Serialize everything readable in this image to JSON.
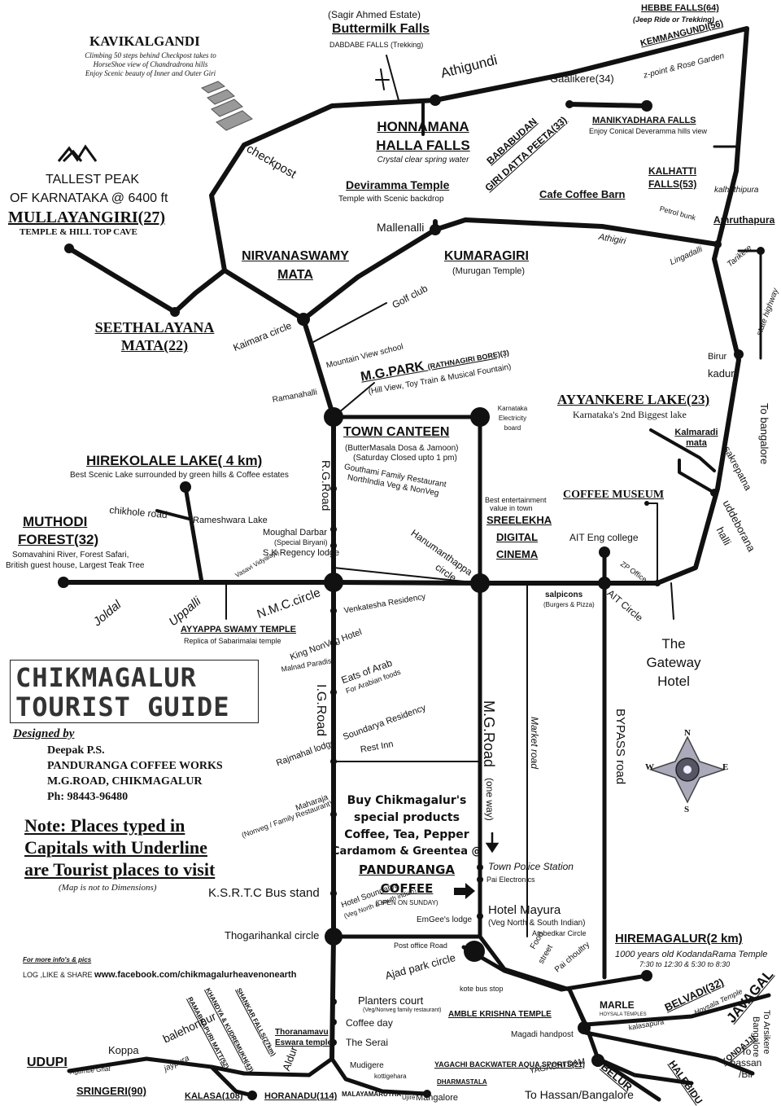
{
  "labels": {
    "kavikalgandi": "KAVIKALGANDI",
    "kavikalgandi_desc1": "Climbing 50 steps behind Checkpost takes to",
    "kavikalgandi_desc2": "HorseShoe view of Chandradrona hills",
    "kavikalgandi_desc3": "Enjoy Scenic beauty of Inner and Outer Giri",
    "sagir": "(Sagir Ahmed Estate)",
    "buttermilk": "Buttermilk Falls",
    "dabdabe": "DABDABE FALLS (Trekking)",
    "hebbe": "HEBBE FALLS(64)",
    "hebbe_desc": "(Jeep Ride or Trekking)",
    "kemmangundi": "KEMMANGUNDI(56)",
    "kemmangundi_desc": "z-point & Rose Garden",
    "athigundi": "Athigundi",
    "gaalikere": "Gaalikere(34)",
    "manikyadhara": "MANIKYADHARA FALLS",
    "manikyadhara_desc": "Enjoy Conical Deveramma hills view",
    "honnamana1": "HONNAMANA",
    "honnamana2": "HALLA FALLS",
    "honnamana_desc": "Crystal clear spring water",
    "bababudan1": "BABABUDAN",
    "bababudan2": "GIRI DATTA PEETA(33)",
    "checkpost": "checkpost",
    "tallest1": "TALLEST PEAK",
    "tallest2": "OF KARNATAKA @ 6400 ft",
    "mullayangiri": "MULLAYANGIRI(27)",
    "mullayangiri_desc": "TEMPLE & HILL TOP CAVE",
    "deviramma": "Deviramma Temple",
    "deviramma_desc": "Temple with Scenic backdrop",
    "cafe_coffee": "Cafe Coffee Barn",
    "kalhatti1": "KALHATTI",
    "kalhatti2": "FALLS(53)",
    "kalhathipura": "kalhathipura",
    "petrol_bunk": "Petrol bunk",
    "amruthapura": "Amruthapura",
    "mallenalli": "Mallenalli",
    "athigiri": "Athigiri",
    "lingadalli": "Lingadalli",
    "tarikere": "Tarikere",
    "state_highway": "state highway",
    "nirvana1": "NIRVANASWAMY",
    "nirvana2": "MATA",
    "kumaragiri": "KUMARAGIRI",
    "kumaragiri_desc": "(Murugan Temple)",
    "golf_club": "Golf club",
    "seethalayana1": "SEETHALAYANA",
    "seethalayana2": "MATA(22)",
    "kaimara": "Kaimara circle",
    "mountain_view": "Mountain View school",
    "mgpark": "M.G.PARK",
    "mgpark_sub": "(RATHNAGIRI BORE)(3)",
    "mgpark_desc": "(Hill View, Toy Train & Musical Fountain)",
    "ramanahalli": "Ramanahalli",
    "birur": "Birur",
    "kadur": "kadur",
    "ayyankere": "AYYANKERE LAKE(23)",
    "ayyankere_desc": "Karnataka's 2nd Biggest lake",
    "to_bangalore": "To bangalore",
    "town_canteen": "TOWN CANTEEN",
    "town_canteen_desc1": "(ButterMasala Dosa & Jamoon)",
    "town_canteen_desc2": "(Saturday Closed upto 1 pm)",
    "ke_board1": "Karnataka",
    "ke_board2": "Electricity",
    "ke_board3": "board",
    "kalmaradi1": "Kalmaradi",
    "kalmaradi2": "mata",
    "sakrepatna": "sakrepatna",
    "hirekolale": "HIREKOLALE LAKE( 4 km)",
    "hirekolale_desc": "Best Scenic Lake surrounded by green hills & Coffee estates",
    "rg_road": "R.G.Road",
    "gouthami1": "Gouthami Family Restaurant",
    "gouthami2": "NorthIndia Veg & NonVeg",
    "best_ent1": "Best entertainment",
    "best_ent2": "value in town",
    "sreelekha1": "SREELEKHA",
    "sreelekha2": "DIGITAL",
    "sreelekha3": "CINEMA",
    "coffee_museum": "COFFEE MUSEUM",
    "uddeborana": "uddeborana",
    "halli": "halli",
    "chikhole": "chikhole road",
    "rameshwara": "Rameshwara Lake",
    "muthodi1": "MUTHODI",
    "muthodi2": "FOREST(32)",
    "muthodi_desc1": "Somavahini River, Forest Safari,",
    "muthodi_desc2": "British guest house, Largest Teak Tree",
    "moughal1": "Moughal Darbar",
    "moughal2": "(Special Biryani)",
    "sk_regency": "S.K.Regency lodge",
    "hanumanthappa1": "Hanumanthappa",
    "hanumanthappa2": "circle",
    "ait_eng": "AIT Eng college",
    "zp_office": "ZP Office",
    "vasavi": "Vasavi Vidyalaya",
    "joldal": "Joldal",
    "uppalli": "Uppalli",
    "nmc_circle": "N.M.C.circle",
    "venkatesha": "Venkatesha Residency",
    "salpicons": "salpicons",
    "salpicons_desc": "(Burgers & Pizza)",
    "ait_circle": "AIT Circle",
    "ayyappa": "AYYAPPA SWAMY TEMPLE",
    "ayyappa_desc": "Replica of Sabarimalai temple",
    "king_nonveg": "King NonVeg Hotel",
    "malnad": "Malnad Paradise",
    "eats_arab1": "Eats of Arab",
    "eats_arab2": "For Arabian foods",
    "gateway1": "The",
    "gateway2": "Gateway",
    "gateway3": "Hotel",
    "title1": "CHIKMAGALUR",
    "title2": "TOURIST GUIDE",
    "designed_by": "Designed by",
    "designer1": "Deepak P.S.",
    "designer2": "PANDURANGA COFFEE WORKS",
    "designer3": "M.G.ROAD, CHIKMAGALUR",
    "designer4": "Ph: 98443-96480",
    "ig_road": "I.G.Road",
    "soundarya": "Soundarya Residency",
    "mg_road": "M.G.Road",
    "one_way": "(one way)",
    "market_road": "Market road",
    "bypass_road": "BYPASS road",
    "rajmahal": "Rajmahal lodge",
    "rest_inn": "Rest Inn",
    "compass_n": "N",
    "compass_e": "E",
    "compass_s": "S",
    "compass_w": "W",
    "note1": "Note: Places typed in",
    "note2": "Capitals with Underline",
    "note3": "are  Tourist places to visit",
    "not_dim": "(Map is not to Dimensions)",
    "maharaja1": "Maharaja",
    "maharaja2": "(Nonveg / Family Restaurant)",
    "buy1": "Buy Chikmagalur's",
    "buy2": "special products",
    "buy3": "Coffee, Tea, Pepper",
    "buy4": "Cardamom & Greentea @",
    "buy5": "PANDURANGA",
    "buy6": "COFFEE",
    "open_sunday": "(OPEN ON SUNDAY)",
    "town_police": "Town Police Station",
    "pai_elec": "Pai Electronics",
    "ksrtc": "K.S.R.T.C Bus stand",
    "hotel_soundarya1": "Hotel Soundarya",
    "hotel_soundarya2": "(Veg North & south indian)",
    "emgees": "EmGee's lodge",
    "hotel_mayura1": "Hotel Mayura",
    "hotel_mayura2": "(Veg North & South Indian)",
    "ambedkar": "Ambedkar Circle",
    "thogarihankal": "Thogarihankal circle",
    "post_office": "Post office Road",
    "food_street1": "Food",
    "food_street2": "street",
    "pai_choultry": "Pai choultry",
    "hiremagalur": "HIREMAGALUR(2 km)",
    "hiremagalur_desc1": "1000 years old KodandaRama Temple",
    "hiremagalur_desc2": "7:30 to 12:30 & 5:30 to 8:30",
    "more_info": "For more info's & pics",
    "log_share": "LOG ,LIKE & SHARE ",
    "facebook": "www.facebook.com/chikmagalurheavenonearth",
    "ajad": "Ajad park circle",
    "kote": "kote bus stop",
    "planters1": "Planters court",
    "planters2": "(Veg/Nonveg family restaurant)",
    "coffee_day": "Coffee day",
    "the_serai": "The Serai",
    "amble": "AMBLE KRISHNA TEMPLE",
    "marle": "MARLE",
    "marle_desc": "HOYSALA TEMPLES",
    "kalasapura": "kalasapura",
    "belvadi": "BELVADI(32)",
    "belvadi_desc": "Hoysala Temple",
    "javagal": "JAVAGAL",
    "to_arsikere1": "To Arsikere",
    "to_arsikere2": "Bangalore",
    "khandya": "KHANDYA & KUDREMUKH(43)",
    "shankar": "SHANKAR FALLS(27km)",
    "ramabhapuri": "RAMABHAPURI MATT(52)",
    "balehonnur": "balehonnur",
    "thoranamavu1": "Thoranamavu",
    "thoranamavu2": "Eswara temple",
    "aldur": "Aldur",
    "koppa": "Koppa",
    "jaypura": "jaypura",
    "magadi": "Magadi handpost",
    "to_hassan1": "To",
    "to_hassan2": "hassan",
    "to_hassan3": "/Blr",
    "udupi": "UDUPI",
    "agumbe": "Agumbe Ghat",
    "sringeri": "SRINGERI(90)",
    "kalasa": "KALASA(108)",
    "horanadu": "HORANADU(114)",
    "mudigere": "Mudigere",
    "kottigehara": "kottigehara",
    "malayamarutha": "MALAYAMARUTHA",
    "ujire": "Ujire",
    "dharmastala": "DHARMASTALA",
    "mangalore": "Mangalore",
    "yagachi_sports": "YAGACHI BACKWATER AQUA SPORTS(21)",
    "yagachi_dam": "YAGACHI DAM",
    "belur": "BELUR",
    "halebidu": "HALEBIDU",
    "kondaji": "KONDAJJI",
    "to_hassan_blr": "To Hassan/Bangalore"
  }
}
